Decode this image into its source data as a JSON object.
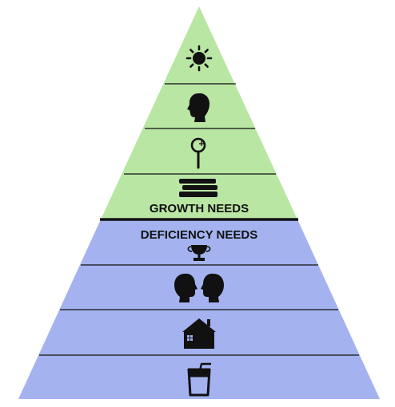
{
  "pyramid": {
    "growth_label": "GROWTH NEEDS",
    "deficiency_label": "DEFICIENCY NEEDS",
    "colors": {
      "growth": "#b9e6a3",
      "deficiency": "#a4b3f0",
      "outline": "#111111",
      "icon": "#111111"
    },
    "levels": [
      {
        "group": "growth",
        "icon": "sun-icon"
      },
      {
        "group": "growth",
        "icon": "head-icon"
      },
      {
        "group": "growth",
        "icon": "magnifying-glass-icon"
      },
      {
        "group": "growth",
        "icon": "books-icon"
      },
      {
        "group": "deficiency",
        "icon": "trophy-icon"
      },
      {
        "group": "deficiency",
        "icon": "two-heads-icon"
      },
      {
        "group": "deficiency",
        "icon": "house-icon"
      },
      {
        "group": "deficiency",
        "icon": "cup-with-straw-icon"
      }
    ]
  }
}
